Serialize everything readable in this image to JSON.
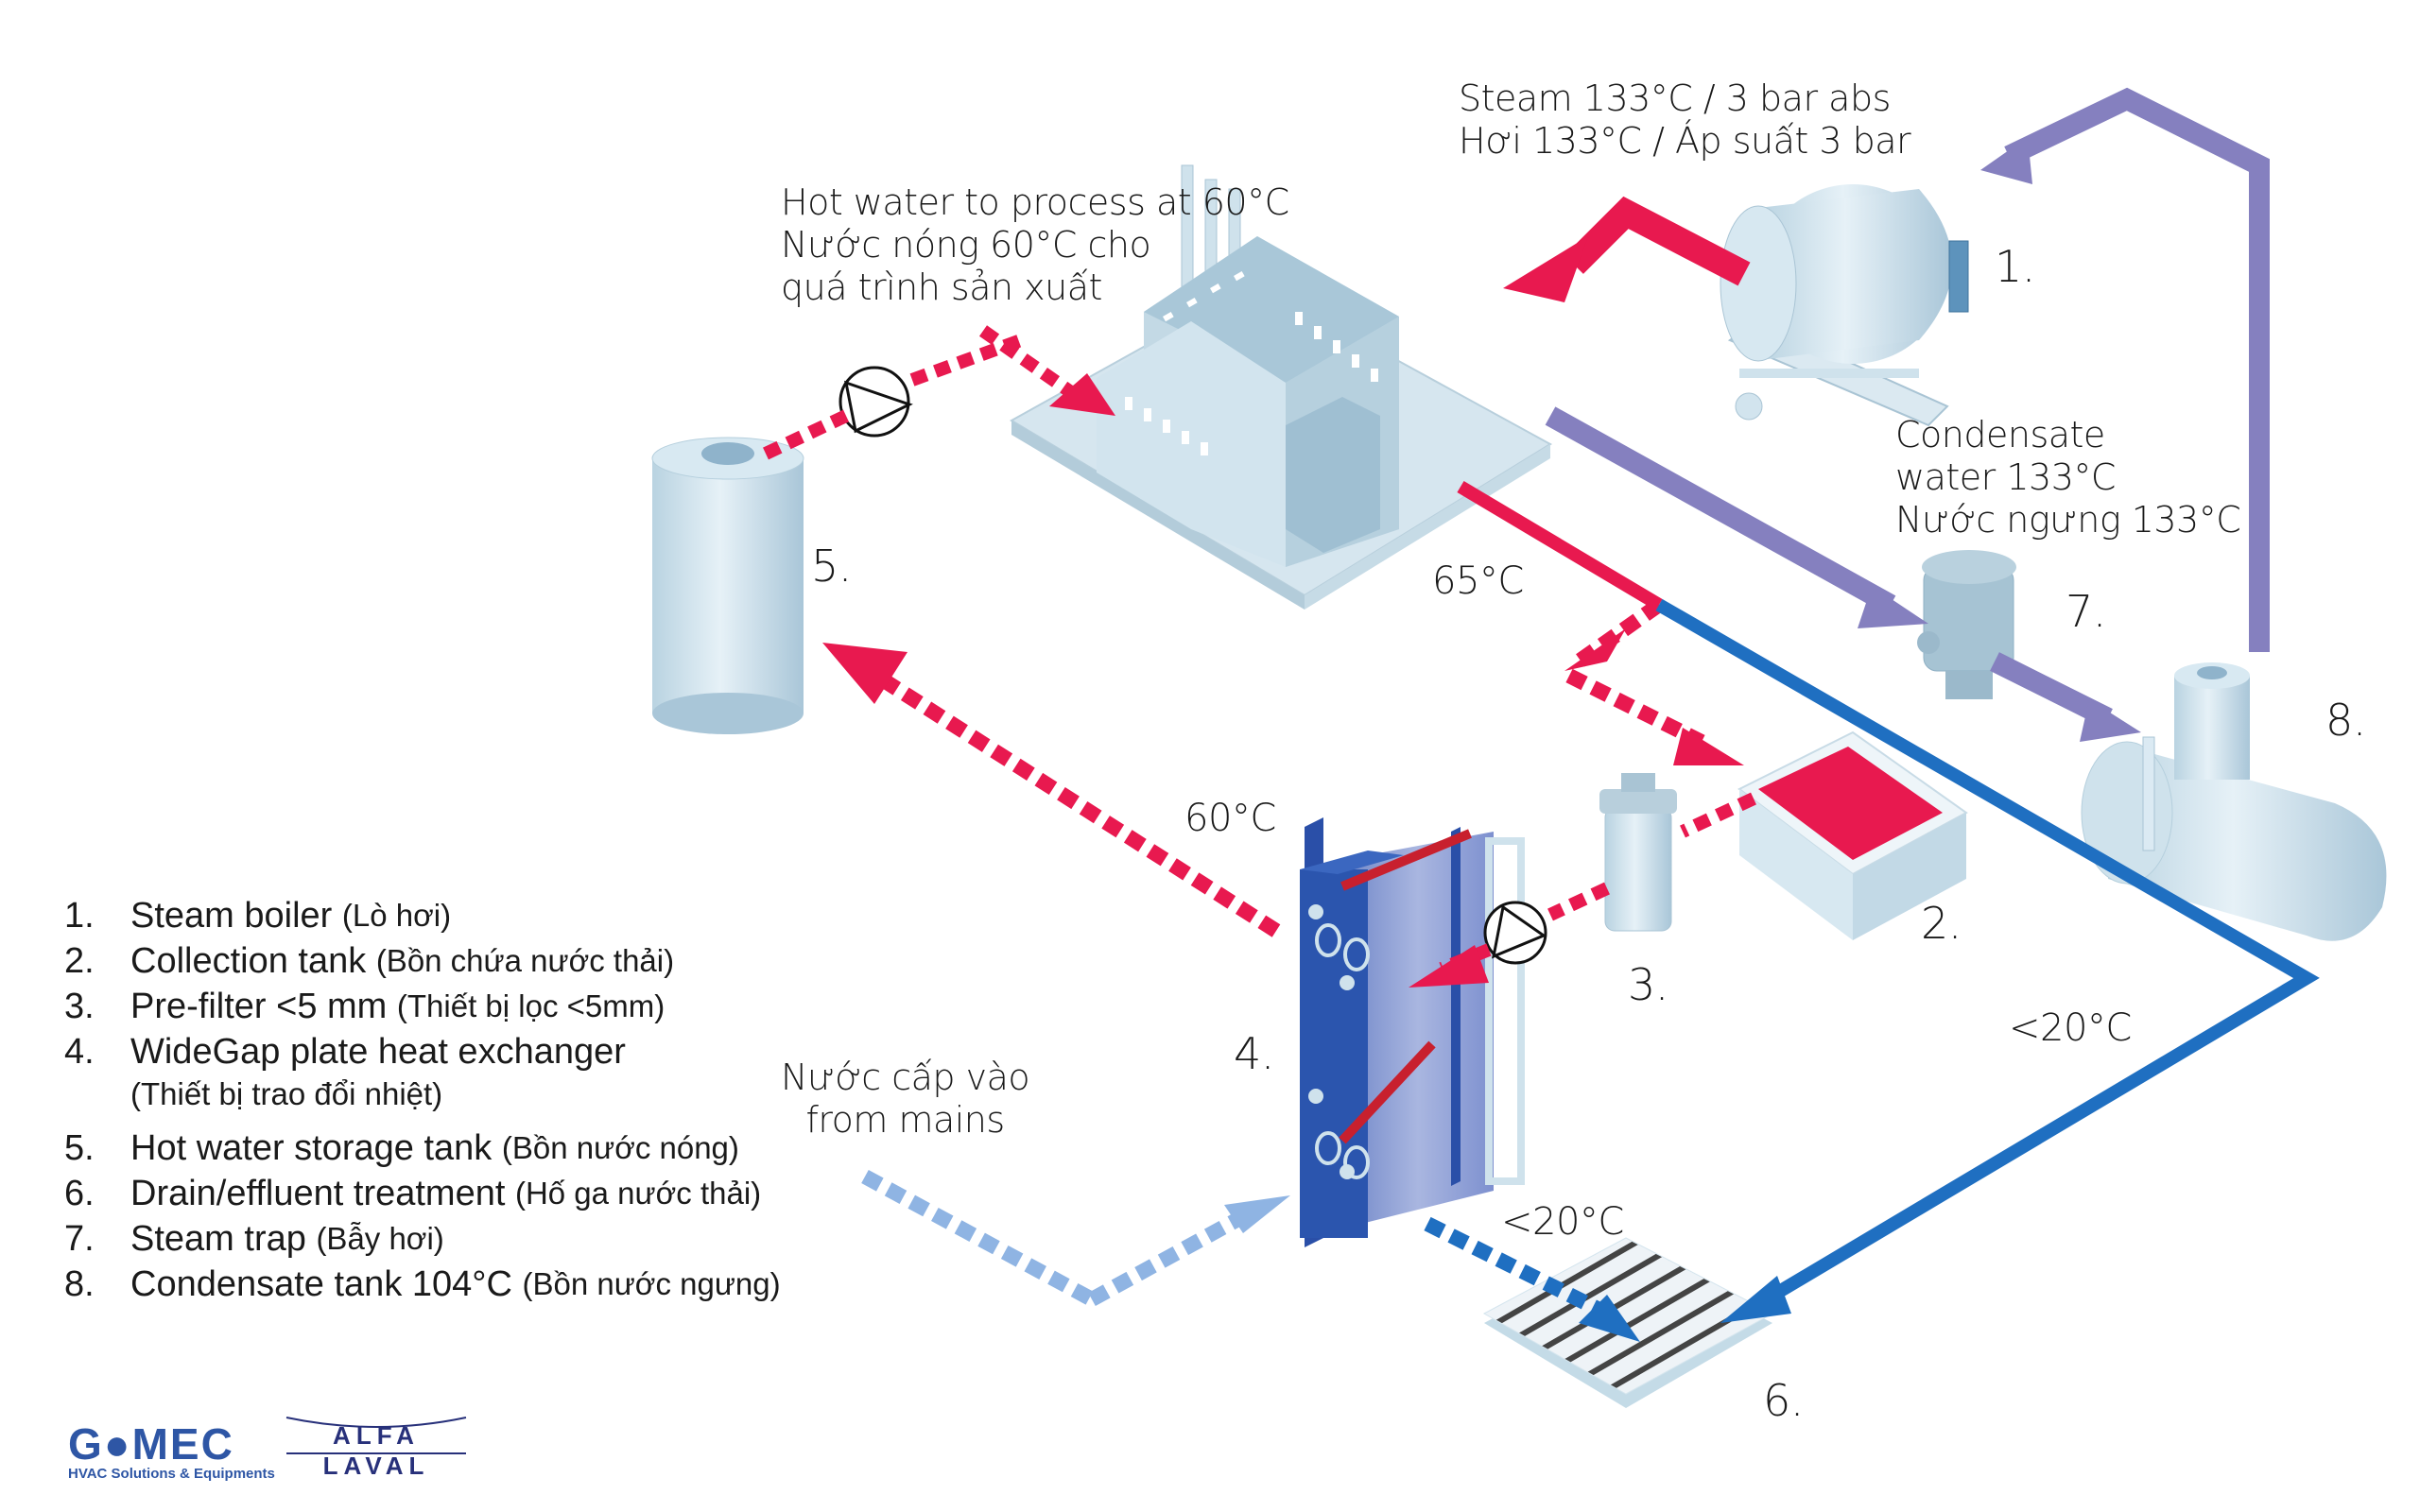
{
  "title": "WideGap plate heat exchanger heat recovery system",
  "colors": {
    "hot_red": "#e8194f",
    "cold_blue": "#1f6fc1",
    "mains_light_blue": "#8fb4e3",
    "condensate_purple": "#8580bf",
    "equipment_light": "#cfe3ee",
    "phe_blue": "#2856b0",
    "logo_blue": "#2e56a5"
  },
  "labels": {
    "steam": [
      "Steam 133°C / 3 bar abs",
      "Hơi 133°C / Áp suất 3 bar"
    ],
    "hot_water": [
      "Hot water to process at 60°C",
      "Nước nóng 60°C cho",
      "quá trình sản xuất"
    ],
    "condensate": [
      "Condensate",
      "water 133°C",
      "Nước ngưng 133°C"
    ],
    "mains": [
      "Nước cấp vào",
      "from mains"
    ],
    "temp_65": "65°C",
    "temp_60": "60°C",
    "temp_lt20_right": "<20°C",
    "temp_lt20_bottom": "<20°C"
  },
  "numbers": {
    "n1": "1.",
    "n2": "2.",
    "n3": "3.",
    "n4": "4.",
    "n5": "5.",
    "n6": "6.",
    "n7": "7.",
    "n8": "8."
  },
  "legend": [
    {
      "num": "1.",
      "en": "Steam boiler",
      "vi": "(Lò hơi)"
    },
    {
      "num": "2.",
      "en": "Collection tank",
      "vi": "(Bồn chứa nước thải)"
    },
    {
      "num": "3.",
      "en": "Pre-filter <5 mm",
      "vi": "(Thiết bị lọc <5mm)"
    },
    {
      "num": "4.",
      "en": "WideGap plate heat exchanger",
      "vi": "(Thiết bị trao đổi nhiệt)"
    },
    {
      "num": "5.",
      "en": "Hot water storage tank",
      "vi": "(Bồn nước nóng)"
    },
    {
      "num": "6.",
      "en": "Drain/effluent treatment",
      "vi": "(Hố ga nước thải)"
    },
    {
      "num": "7.",
      "en": "Steam trap",
      "vi": "(Bẫy hơi)"
    },
    {
      "num": "8.",
      "en": "Condensate tank 104°C",
      "vi": "(Bồn nước ngưng)"
    }
  ],
  "logos": {
    "gomec": "G●MEC",
    "gomec_tagline": "HVAC Solutions & Equipments",
    "alfa_laval_top": "ALFA",
    "alfa_laval_bottom": "LAVAL"
  }
}
